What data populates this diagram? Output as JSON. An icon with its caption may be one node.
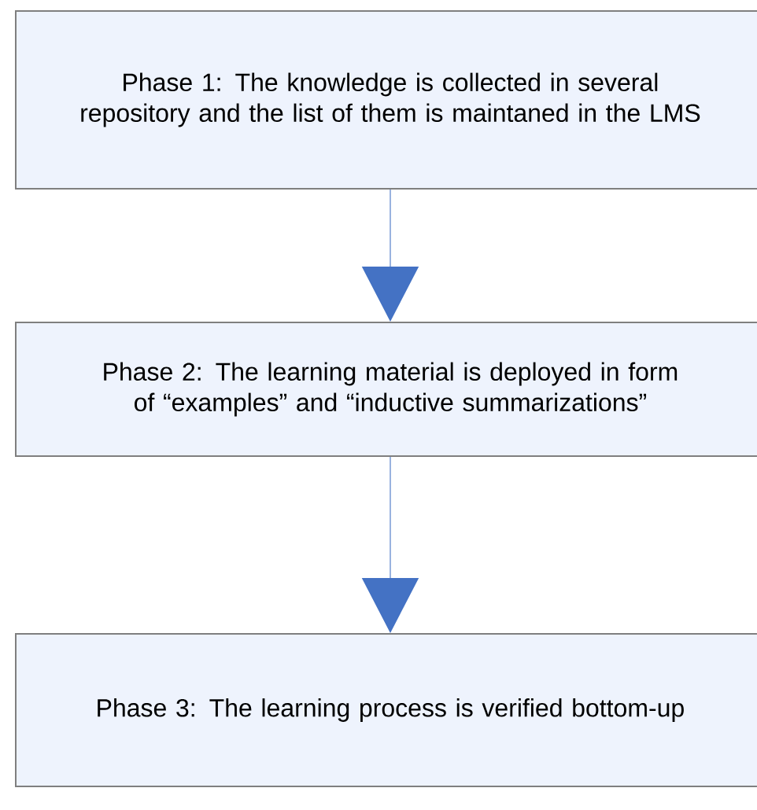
{
  "diagram": {
    "nodes": [
      {
        "text": [
          "Phase 1: The knowledge is collected in several repository and the list of them is maintaned in the LMS"
        ]
      },
      {
        "text": [
          "Phase 2: The learning material is deployed in form of “examples” and “inductive summarizations”"
        ]
      },
      {
        "text": [
          "Phase 3: The learning process is verified bottom-up"
        ]
      }
    ],
    "edges": [
      {
        "from": 0,
        "to": 1,
        "arrow": "to"
      },
      {
        "from": 1,
        "to": 2,
        "arrow": "to"
      }
    ]
  }
}
